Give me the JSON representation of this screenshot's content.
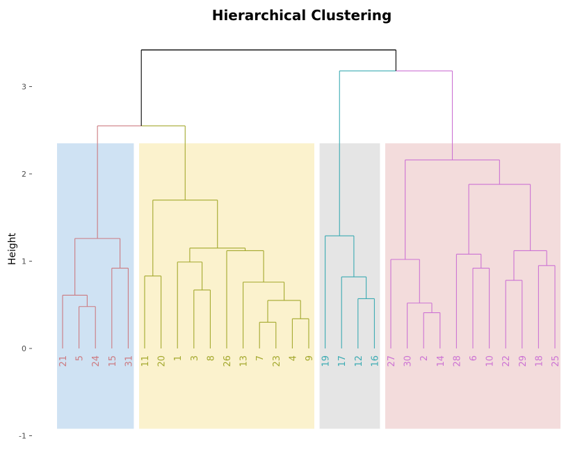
{
  "chart_data": {
    "type": "dendrogram",
    "title": "Hierarchical Clustering",
    "ylabel": "Height",
    "ylim": [
      -1,
      3.4
    ],
    "yticks": [
      -1,
      0,
      1,
      2,
      3
    ],
    "grid": false,
    "leaf_order": [
      "21",
      "5",
      "24",
      "15",
      "31",
      "11",
      "20",
      "1",
      "3",
      "8",
      "26",
      "13",
      "7",
      "23",
      "4",
      "9",
      "19",
      "17",
      "12",
      "16",
      "27",
      "30",
      "2",
      "14",
      "28",
      "6",
      "10",
      "22",
      "29",
      "18",
      "25"
    ],
    "clusters": [
      {
        "leaves": [
          "21",
          "5",
          "24",
          "15",
          "31"
        ],
        "line_color": "#cc7a80",
        "box_color": "#cfe2f3"
      },
      {
        "leaves": [
          "11",
          "20",
          "1",
          "3",
          "8",
          "26",
          "13",
          "7",
          "23",
          "4",
          "9"
        ],
        "line_color": "#a3a82d",
        "box_color": "#fbf2cd"
      },
      {
        "leaves": [
          "19",
          "17",
          "12",
          "16"
        ],
        "line_color": "#3aaab2",
        "box_color": "#e5e5e5"
      },
      {
        "leaves": [
          "27",
          "30",
          "2",
          "14",
          "28",
          "6",
          "10",
          "22",
          "29",
          "18",
          "25"
        ],
        "line_color": "#cc72d3",
        "box_color": "#f3dcdc"
      }
    ],
    "root_color": "#000000",
    "merges": [
      {
        "left": "5",
        "right": "24",
        "height": 0.48
      },
      {
        "left": "21",
        "right": "m0",
        "height": 0.61
      },
      {
        "left": "15",
        "right": "31",
        "height": 0.92
      },
      {
        "left": "m1",
        "right": "m2",
        "height": 1.26
      },
      {
        "left": "11",
        "right": "20",
        "height": 0.83
      },
      {
        "left": "3",
        "right": "8",
        "height": 0.67
      },
      {
        "left": "1",
        "right": "m5",
        "height": 0.99
      },
      {
        "left": "7",
        "right": "23",
        "height": 0.3
      },
      {
        "left": "4",
        "right": "9",
        "height": 0.34
      },
      {
        "left": "m7",
        "right": "m8",
        "height": 0.55
      },
      {
        "left": "13",
        "right": "m9",
        "height": 0.76
      },
      {
        "left": "26",
        "right": "m10",
        "height": 1.12
      },
      {
        "left": "m6",
        "right": "m11",
        "height": 1.15
      },
      {
        "left": "m4",
        "right": "m12",
        "height": 1.7
      },
      {
        "left": "m3",
        "right": "m13",
        "height": 2.55
      },
      {
        "left": "12",
        "right": "16",
        "height": 0.57
      },
      {
        "left": "17",
        "right": "m15",
        "height": 0.82
      },
      {
        "left": "19",
        "right": "m16",
        "height": 1.29
      },
      {
        "left": "2",
        "right": "14",
        "height": 0.41
      },
      {
        "left": "30",
        "right": "m18",
        "height": 0.52
      },
      {
        "left": "27",
        "right": "m19",
        "height": 1.02
      },
      {
        "left": "6",
        "right": "10",
        "height": 0.92
      },
      {
        "left": "28",
        "right": "m21",
        "height": 1.08
      },
      {
        "left": "22",
        "right": "29",
        "height": 0.78
      },
      {
        "left": "18",
        "right": "25",
        "height": 0.95
      },
      {
        "left": "m23",
        "right": "m24",
        "height": 1.12
      },
      {
        "left": "m22",
        "right": "m25",
        "height": 1.88
      },
      {
        "left": "m20",
        "right": "m26",
        "height": 2.16
      },
      {
        "left": "m17",
        "right": "m27",
        "height": 3.18
      },
      {
        "left": "m14",
        "right": "m28",
        "height": 3.42
      }
    ]
  }
}
